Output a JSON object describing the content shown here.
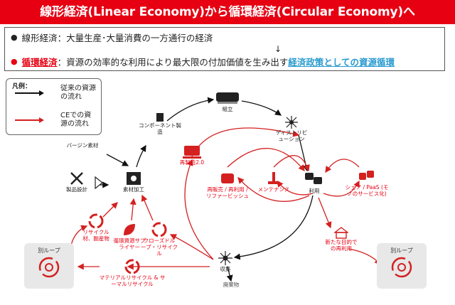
{
  "header": {
    "title": "線形経済(Linear Economy)から循環経済(Circular Economy)へ"
  },
  "definitions": {
    "linear": {
      "bullet": "●",
      "term": "線形経済",
      "text": "：大量生産･大量消費の一方通行の経済"
    },
    "arrow": "↓",
    "circular": {
      "bullet": "●",
      "term": "循環経済",
      "text": "：資源の効率的な利用により最大限の付加価値を生み出す",
      "highlight": "経済政策としての資源循環"
    }
  },
  "legend": {
    "title": "凡例：",
    "items": [
      {
        "label": "従来の資源の流れ",
        "color": "#111111"
      },
      {
        "label": "CEでの資源の流れ",
        "color": "#d42020"
      }
    ]
  },
  "nodes": {
    "component": "コンポーネント製造",
    "assembly": "組立",
    "distribution": "ディストリビューション",
    "virgin": "バージン素材",
    "product_design": "製品設計",
    "material_processing": "素材加工",
    "remanufacturing": "再製造2.0",
    "resale": "再販売 / 再利用 / リファービッシュ",
    "maintenance": "メンテナンス",
    "usage": "利用",
    "share": "シェア / PaaS (モノのサービス化)",
    "recycle_by": "リサイクル材、副産物",
    "circular_supplier": "循環資源サプライヤー",
    "closed_loop": "クローズドループ・リサイクル",
    "new_purpose": "新たな目的での再利用",
    "collection": "収集",
    "material_recycle": "マテリアルリサイクル & サーマルリサイクル",
    "waste": "廃棄物",
    "loop_left": "別ループ",
    "loop_right": "別ループ"
  },
  "colors": {
    "red": "#e60012",
    "black": "#111111",
    "blue": "#2a9bd0"
  }
}
